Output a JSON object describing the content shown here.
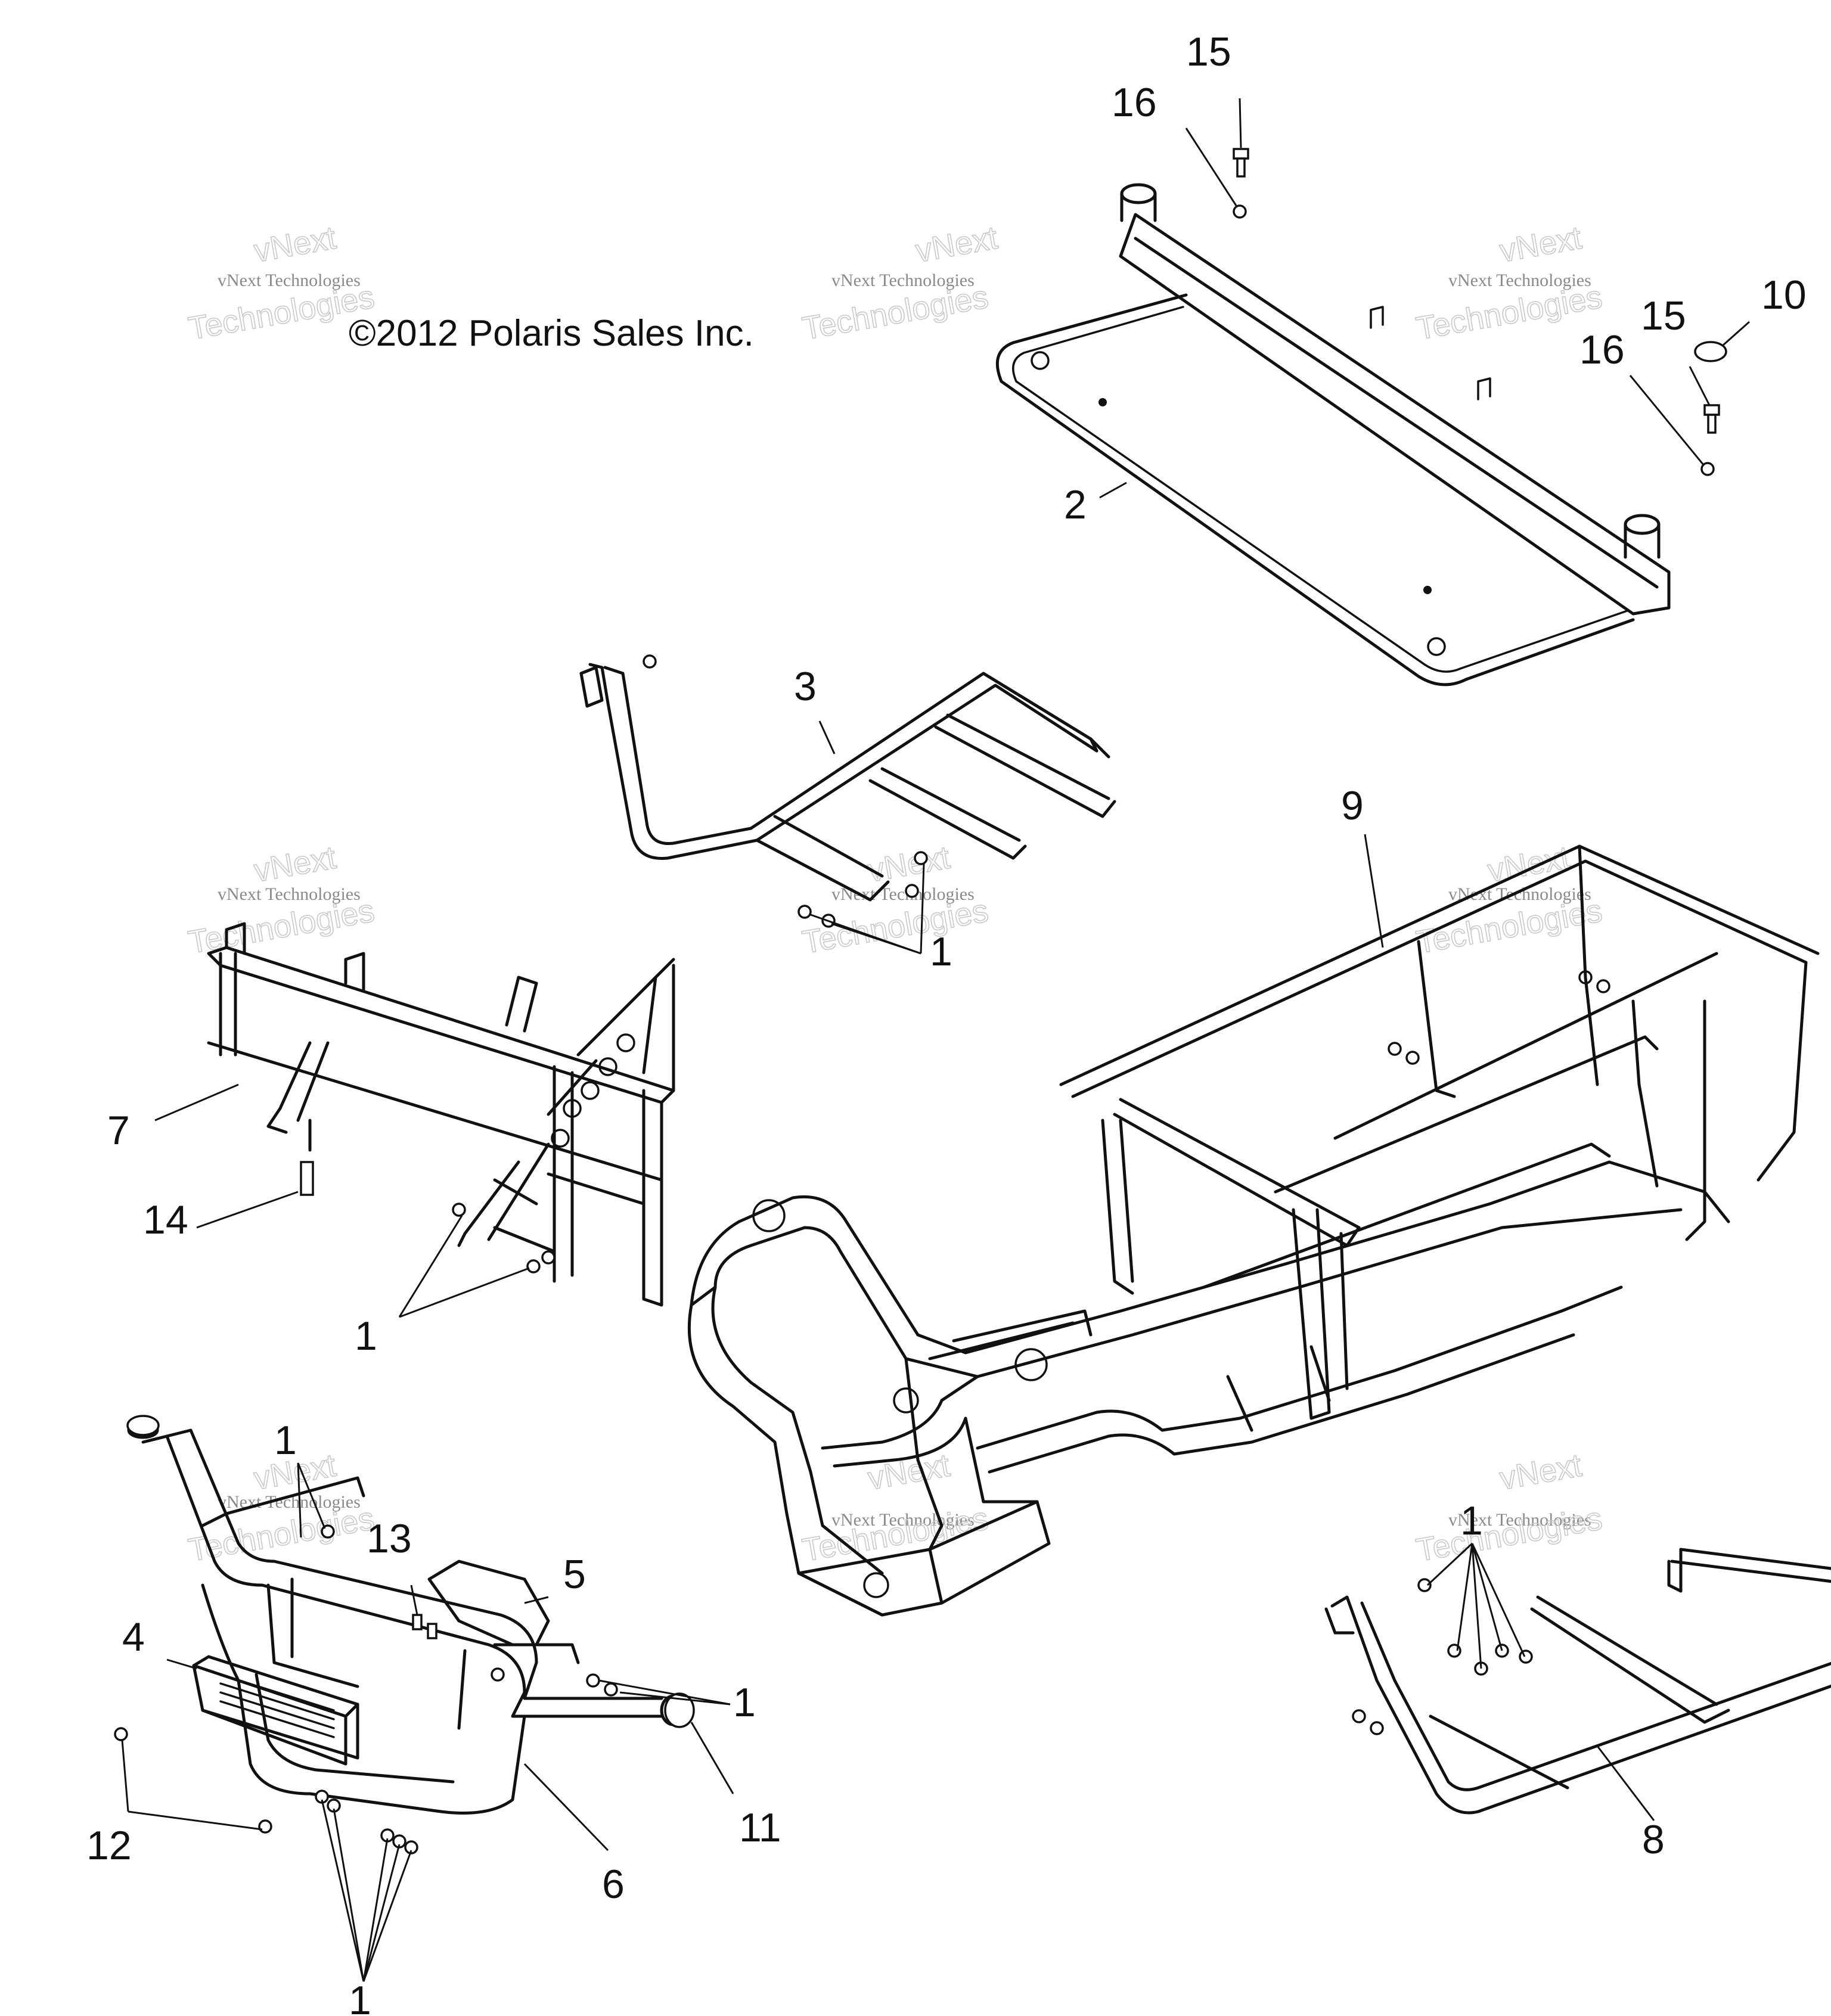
{
  "copyright": "©2012 Polaris Sales Inc.",
  "watermark": {
    "line1": "vNext Technologies",
    "line2": "vNext",
    "line3": "Technologies"
  },
  "callouts": {
    "c15a": "15",
    "c16a": "16",
    "c10": "10",
    "c15b": "15",
    "c16b": "16",
    "c2": "2",
    "c3": "3",
    "c1a": "1",
    "c9": "9",
    "c7": "7",
    "c14": "14",
    "c1b": "1",
    "c1c": "1",
    "c13": "13",
    "c5": "5",
    "c4": "4",
    "c1d": "1",
    "c11": "11",
    "c12": "12",
    "c6": "6",
    "c1e": "1",
    "c1f": "1",
    "c8": "8"
  }
}
